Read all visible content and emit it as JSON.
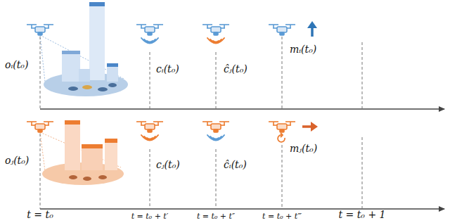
{
  "diagram": {
    "labels": [
      "oᵢ(t₀)",
      "cᵢ(t₀)",
      "ĉⱼ(t₀)",
      "mᵢ(t₀)",
      "oⱼ(t₀)",
      "cⱼ(t₀)",
      "ĉᵢ(t₀)",
      "mⱼ(t₀)",
      "t = t₀",
      "t = t₀ + t′",
      "t = t₀ + t″",
      "t = t₀ + t‴",
      "t = t₀ + 1"
    ]
  }
}
